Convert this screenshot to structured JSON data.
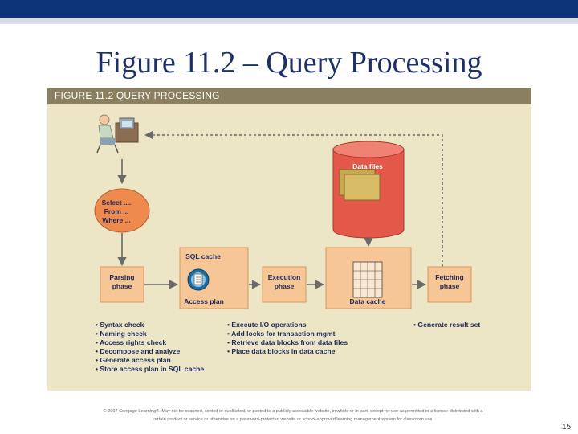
{
  "slide": {
    "title": "Figure 11.2 – Query Processing",
    "page_number": "15",
    "footer_line1": "© 2007 Cengage Learning®. May not be scanned, copied or duplicated, or posted to a publicly accessible website, in whole or in part, except for use as permitted in a license distributed with a",
    "footer_line2": "certain product or service or otherwise on a password-protected website or school-approved learning management system for classroom use."
  },
  "figure": {
    "header": "FIGURE 11.2  QUERY PROCESSING",
    "query_lines": [
      "Select ....",
      "From ...",
      "Where ..."
    ],
    "data_files_label": "Data files",
    "sql_cache_label": "SQL cache",
    "access_plan_label": "Access plan",
    "data_cache_label": "Data cache",
    "phases": {
      "parsing": [
        "Parsing",
        "phase"
      ],
      "execution": [
        "Execution",
        "phase"
      ],
      "fetching": [
        "Fetching",
        "phase"
      ]
    },
    "bullets": {
      "parsing": [
        "Syntax check",
        "Naming check",
        "Access rights check",
        "Decompose and analyze",
        "Generate access plan",
        "Store access plan in SQL cache"
      ],
      "execution": [
        "Execute I/O operations",
        "Add locks for transaction mgmt",
        "Retrieve data blocks from data files",
        "Place data blocks in data cache"
      ],
      "fetching": [
        "Generate result set"
      ]
    }
  },
  "colors": {
    "slide_bar": "#0d3478",
    "figure_background": "#ece6c7",
    "header_band": "#8a7f5e",
    "phase_box": "#f6c697",
    "cylinder": "#e4584a",
    "query_ellipse": "#ef8a4e",
    "text_blue": "#1f2a5a"
  }
}
